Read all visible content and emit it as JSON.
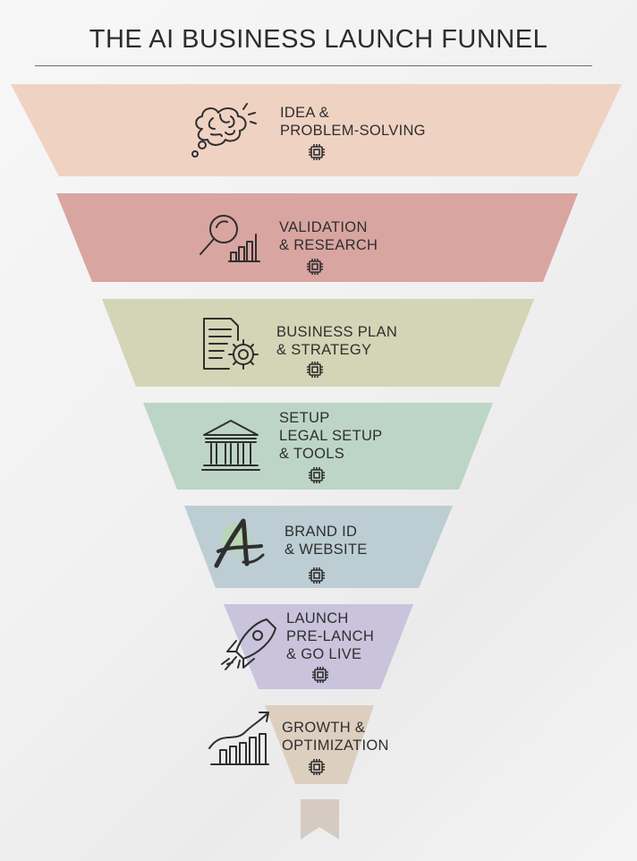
{
  "title": "THE AI BUSINESS LAUNCH FUNNEL",
  "stages": [
    {
      "lines": [
        "IDEA &",
        "PROBLEM-SOLVING"
      ],
      "icon": "brain-thought-icon",
      "color": "#f0d2c3"
    },
    {
      "lines": [
        "VALIDATION",
        "& RESEARCH"
      ],
      "icon": "magnifier-chart-icon",
      "color": "#d9a5a1"
    },
    {
      "lines": [
        "BUSINESS PLAN",
        "& STRATEGY"
      ],
      "icon": "document-gear-icon",
      "color": "#d3d5b6"
    },
    {
      "lines": [
        "SETUP",
        "LEGAL SETUP",
        "& TOOLS"
      ],
      "icon": "bank-building-icon",
      "color": "#bdd5c7"
    },
    {
      "lines": [
        "BRAND ID",
        "& WEBSITE"
      ],
      "icon": "brand-letter-a-icon",
      "color": "#bccdd3"
    },
    {
      "lines": [
        "LAUNCH",
        "PRE-LANCH",
        "& GO LIVE"
      ],
      "icon": "rocket-icon",
      "color": "#c9c3dc"
    },
    {
      "lines": [
        "GROWTH &",
        "OPTIMIZATION"
      ],
      "icon": "growth-chart-icon",
      "color": "#ddcfc0"
    }
  ],
  "chip_icon": "microchip-icon",
  "tail_icon": "bookmark-ribbon-icon",
  "ink_color": "#2f2f2f"
}
